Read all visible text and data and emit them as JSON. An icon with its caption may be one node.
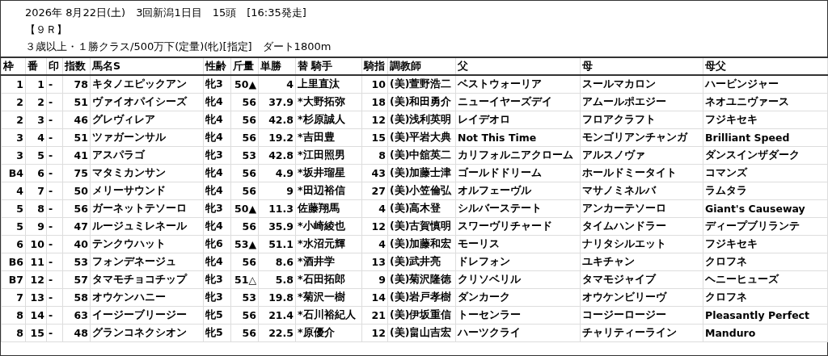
{
  "diagram": {
    "labels": [
      "2026年 8月22日(土)　3回新潟1日目　15頭　[16:35発走]",
      "【９Ｒ】",
      "３歳以上・１勝クラス/500万下(定量)(牝)[指定]　ダート1800m",
      "枠",
      "番",
      "印",
      "指数",
      "馬名S",
      "性齢",
      "斤量",
      "単勝",
      "替 騎手",
      "騎指",
      "調教師",
      "父",
      "母",
      "母父",
      "1",
      "1",
      "-",
      "78",
      "キタノエピックアン",
      "牝3",
      "50▲",
      "4",
      "上里直汰",
      "10",
      "(美)萱野浩二",
      "ベストウォーリア",
      "スールマカロン",
      "ハービンジャー",
      "2",
      "2",
      "-",
      "51",
      "ヴァイオパイシーズ",
      "牝4",
      "56",
      "37.9",
      "*大野拓弥",
      "18",
      "(美)和田勇介",
      "ニューイヤーズデイ",
      "アムールポエジー",
      "ネオユニヴァース",
      "2",
      "3",
      "-",
      "46",
      "グレヴィレア",
      "牝4",
      "56",
      "42.8",
      "*杉原誠人",
      "12",
      "(美)浅利英明",
      "レイデオロ",
      "フロアクラフト",
      "フジキセキ",
      "3",
      "4",
      "-",
      "51",
      "ツァガーンサル",
      "牝4",
      "56",
      "19.2",
      "*吉田豊",
      "15",
      "(美)平岩大典",
      "Not This Time",
      "モンゴリアンチャンガ",
      "Brilliant Speed",
      "3",
      "5",
      "-",
      "41",
      "アスパラゴ",
      "牝3",
      "53",
      "42.8",
      "*江田照男",
      "8",
      "(美)中舘英二",
      "カリフォルニアクローム",
      "アルスノヴァ",
      "ダンスインザダーク",
      "B4",
      "6",
      "-",
      "75",
      "マタミカンサン",
      "牝4",
      "56",
      "4.9",
      "*坂井瑠星",
      "43",
      "(美)加藤士津",
      "ゴールドドリーム",
      "ホールドミータイト",
      "コマンズ",
      "4",
      "7",
      "-",
      "50",
      "メリーサウンド",
      "牝4",
      "56",
      "9",
      "*田辺裕信",
      "27",
      "(美)小笠倫弘",
      "オルフェーヴル",
      "マサノミネルバ",
      "ラムタラ",
      "5",
      "8",
      "-",
      "56",
      "ガーネットテソーロ",
      "牝3",
      "50▲",
      "11.3",
      "佐藤翔馬",
      "4",
      "(美)高木登",
      "シルバーステート",
      "アンカーテソーロ",
      "Giant's Causeway",
      "5",
      "9",
      "-",
      "47",
      "ルージュミレネール",
      "牝4",
      "56",
      "35.9",
      "*小崎綾也",
      "12",
      "(美)古賀慎明",
      "スワーヴリチャード",
      "タイムハンドラー",
      "ディープブリランテ",
      "6",
      "10",
      "-",
      "40",
      "テンクウハット",
      "牝6",
      "53▲",
      "51.1",
      "*水沼元輝",
      "4",
      "(美)加藤和宏",
      "モーリス",
      "ナリタシルエット",
      "フジキセキ",
      "B6",
      "11",
      "-",
      "53",
      "フォンデネージュ",
      "牝4",
      "56",
      "8.6",
      "*酒井学",
      "13",
      "(美)武井亮",
      "ドレフォン",
      "ユキチャン",
      "クロフネ",
      "B7",
      "12",
      "-",
      "57",
      "タマモチョコチップ",
      "牝3",
      "51△",
      "5.8",
      "*石田拓郎",
      "9",
      "(美)菊沢隆徳",
      "クリソベリル",
      "タマモジャイブ",
      "ヘニーヒューズ",
      "7",
      "13",
      "-",
      "58",
      "オウケンハニー",
      "牝3",
      "53",
      "19.8",
      "*菊沢一樹",
      "14",
      "(美)岩戸孝樹",
      "ダンカーク",
      "オウケンビリーヴ",
      "クロフネ",
      "8",
      "14",
      "-",
      "63",
      "イージーブリージー",
      "牝5",
      "56",
      "21.4",
      "*石川裕紀人",
      "21",
      "(美)伊坂重信",
      "トーセンラー",
      "コージーロージー",
      "Pleasantly Perfect",
      "8",
      "15",
      "-",
      "48",
      "グランコネクシオン",
      "牝5",
      "56",
      "22.5",
      "*原優介",
      "12",
      "(美)畠山吉宏",
      "ハーツクライ",
      "チャリティーライン",
      "Manduro"
    ]
  }
}
